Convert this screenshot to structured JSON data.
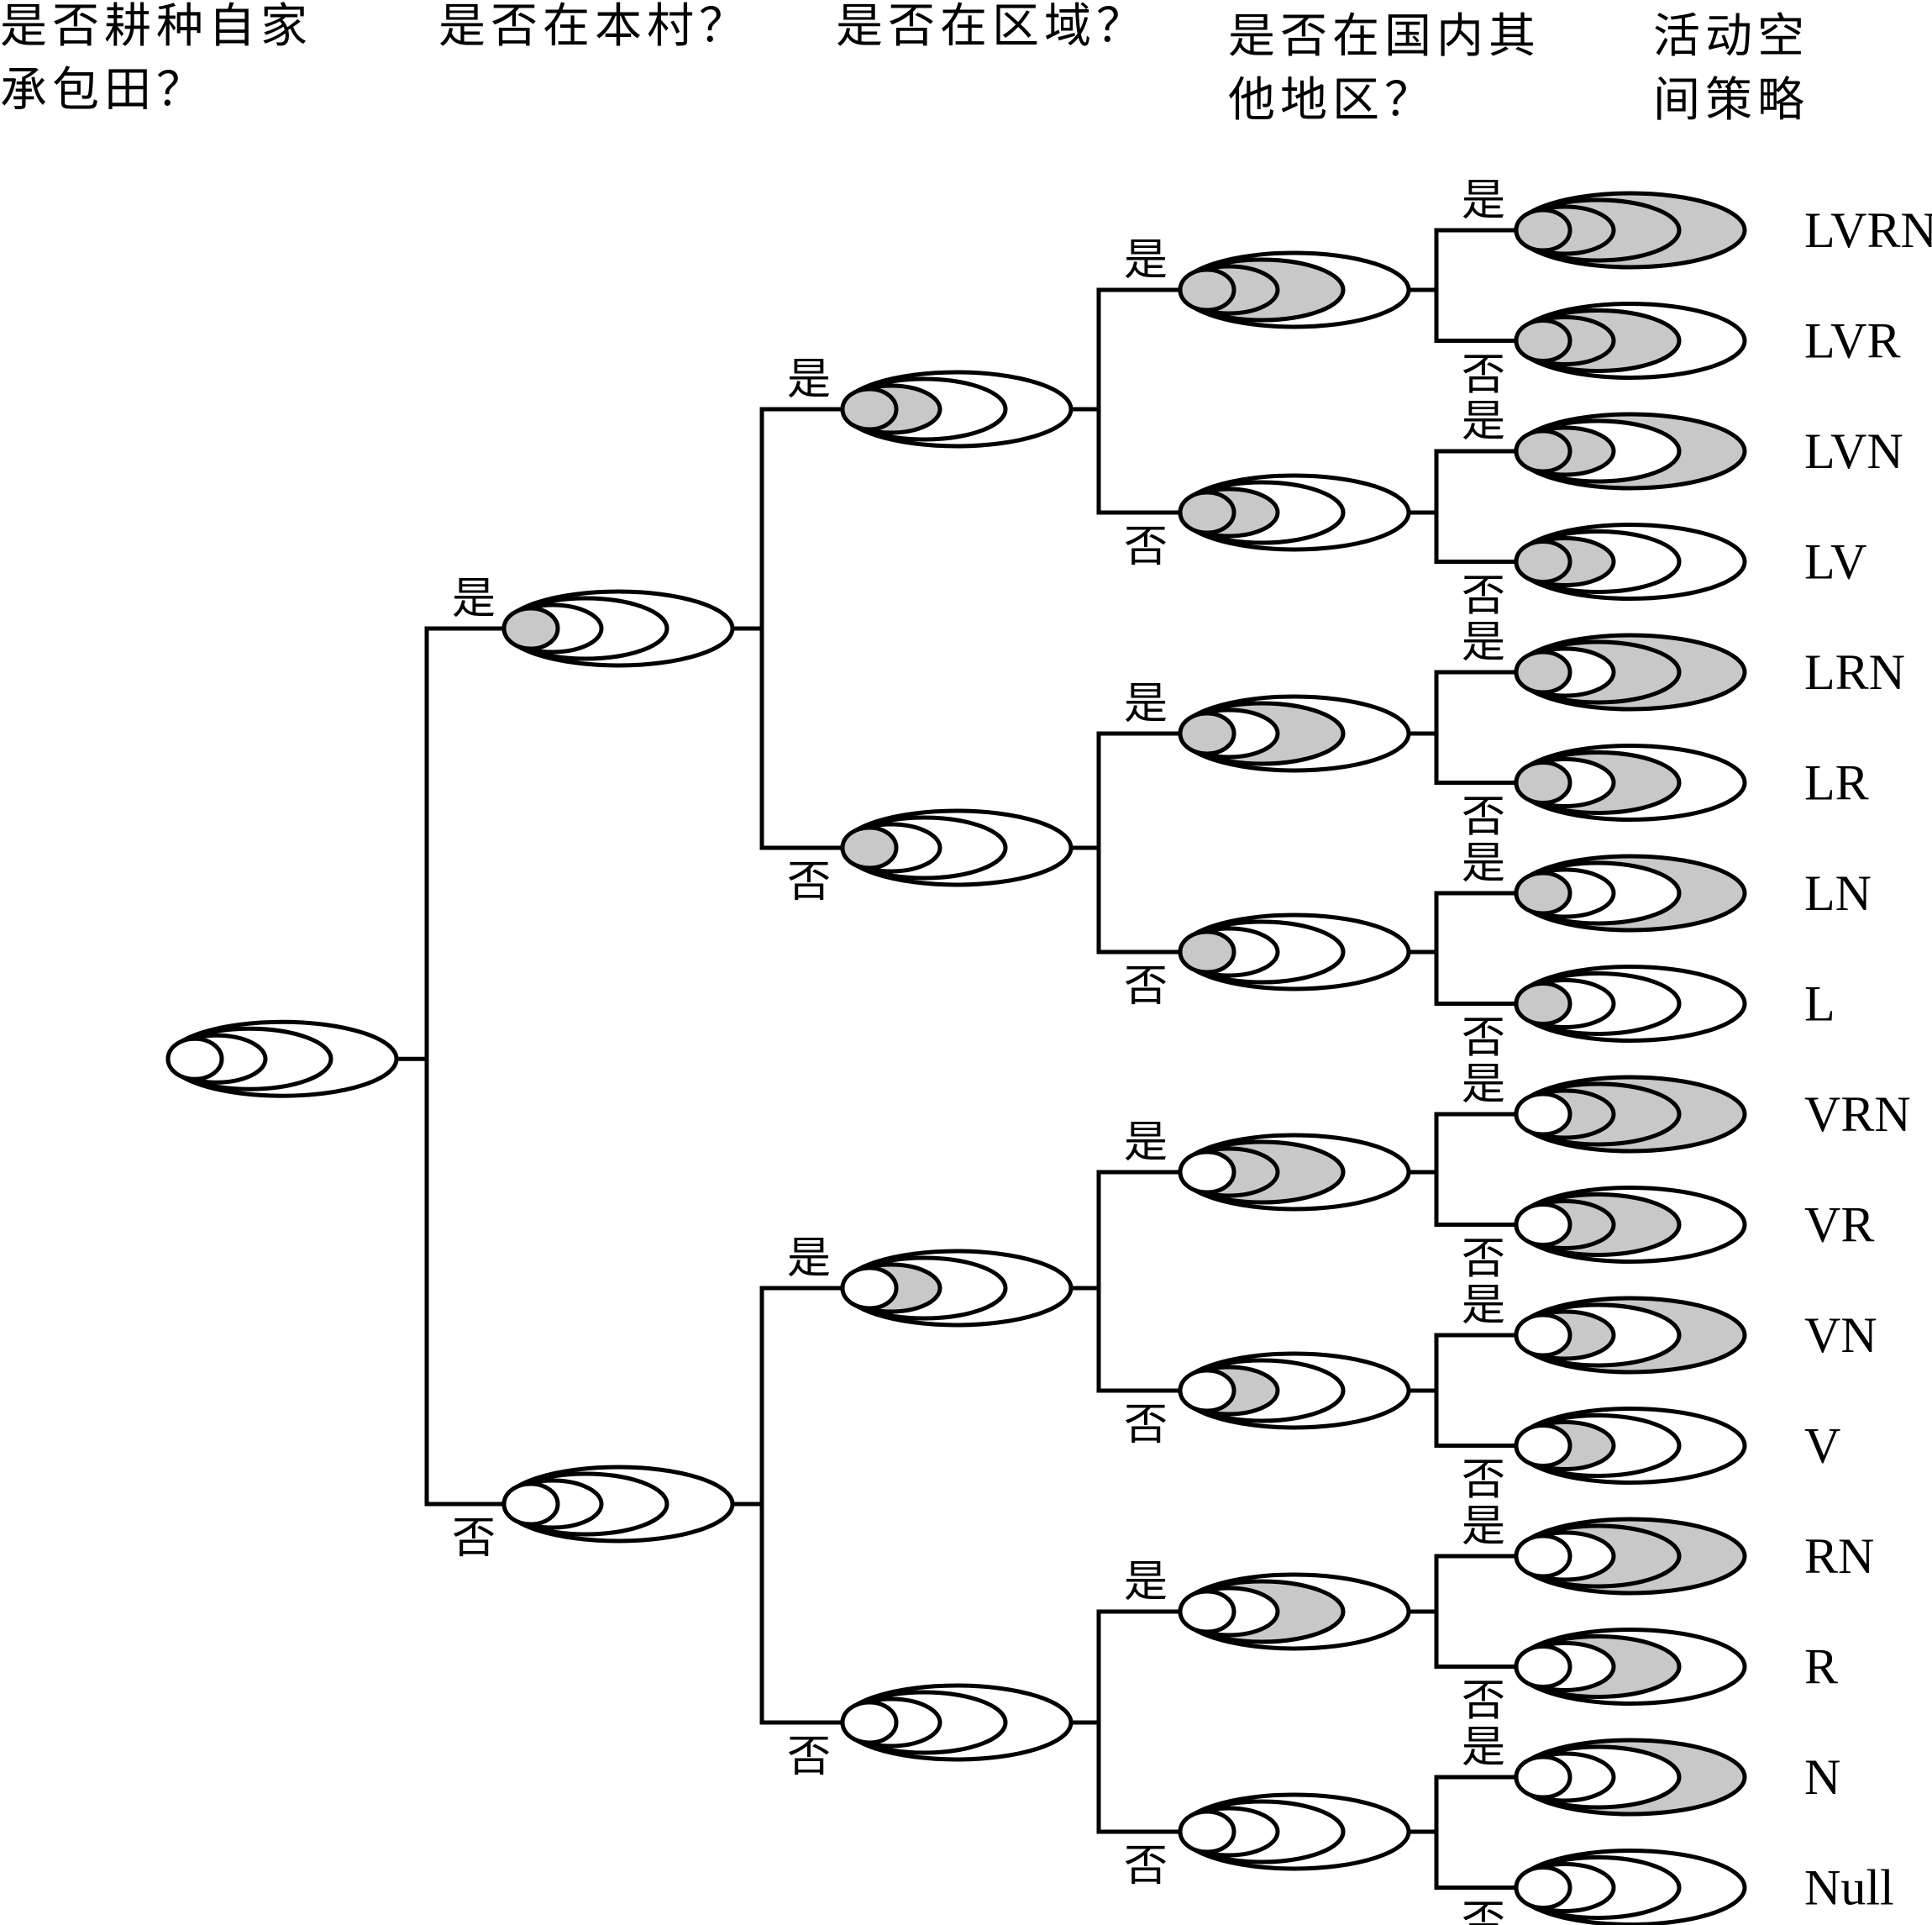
{
  "headers": [
    {
      "lines": [
        "是否耕种自家",
        "承包田？"
      ]
    },
    {
      "lines": [
        "是否在本村？"
      ]
    },
    {
      "lines": [
        "是否在区域？"
      ]
    },
    {
      "lines": [
        "是否在国内其",
        "他地区？"
      ]
    },
    {
      "lines": [
        "活动空",
        "间策略"
      ]
    }
  ],
  "branch_labels": {
    "yes": "是",
    "no": "否"
  },
  "strategies": [
    "LVRN",
    "LVR",
    "LVN",
    "LV",
    "LRN",
    "LR",
    "LN",
    "L",
    "VRN",
    "VR",
    "VN",
    "V",
    "RN",
    "R",
    "N",
    "Null"
  ],
  "colors": {
    "fill": "#c8c8c8",
    "line": "#000000",
    "empty": "#ffffff"
  }
}
